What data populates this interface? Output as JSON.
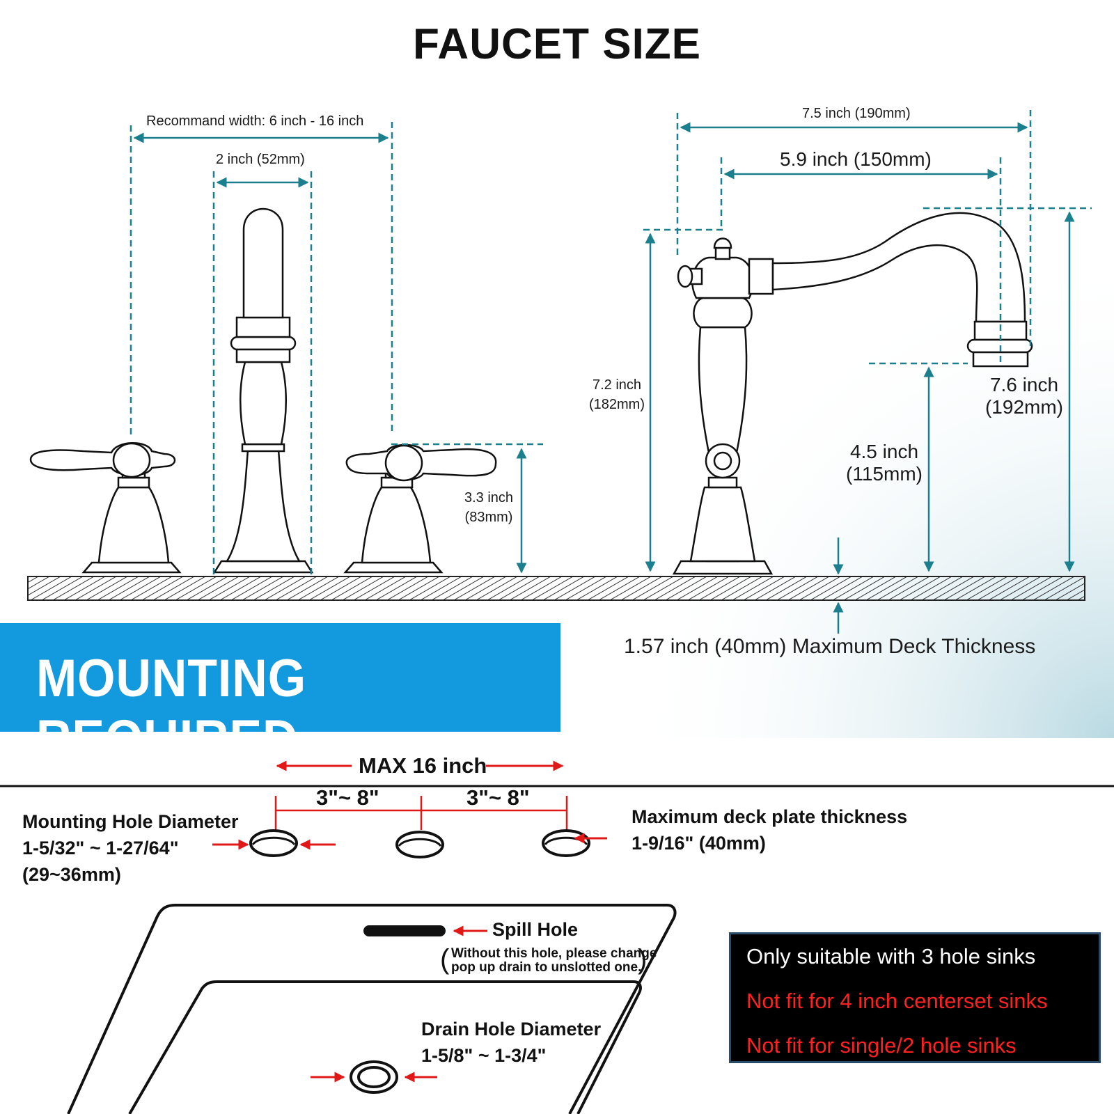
{
  "title": "FAUCET SIZE",
  "dimensions": {
    "recommend_width": "Recommand width: 6 inch - 16 inch",
    "spout_base": "2 inch (52mm)",
    "handle_height_in": "3.3 inch",
    "handle_height_mm": "(83mm)",
    "total_reach": "7.5 inch (190mm)",
    "spout_reach": "5.9 inch (150mm)",
    "body_height_in": "7.2 inch",
    "body_height_mm": "(182mm)",
    "spout_height_in": "7.6 inch",
    "spout_height_mm": "(192mm)",
    "spout_clearance_in": "4.5 inch",
    "spout_clearance_mm": "(115mm)",
    "deck_thickness": "1.57 inch (40mm) Maximum Deck Thickness"
  },
  "banner": {
    "text": "MOUNTING REQUIRED",
    "color": "#1399dd"
  },
  "mounting": {
    "max_spread": "MAX 16 inch",
    "spacing_left": "3\"~ 8\"",
    "spacing_right": "3\"~ 8\"",
    "hole_diameter_label": "Mounting Hole Diameter",
    "hole_diameter_value": "1-5/32\" ~ 1-27/64\"",
    "hole_diameter_mm": "(29~36mm)",
    "deck_plate_label": "Maximum deck plate thickness",
    "deck_plate_value": "1-9/16\" (40mm)",
    "spill_hole_label": "Spill Hole",
    "spill_hole_note_1": "Without this hole, please change",
    "spill_hole_note_2": "pop up drain to unslotted one.",
    "drain_label": "Drain Hole Diameter",
    "drain_value": "1-5/8\" ~ 1-3/4\""
  },
  "notice": {
    "line1": "Only suitable with 3 hole sinks",
    "line2": "Not fit for 4 inch centerset sinks",
    "line3": "Not fit for single/2 hole sinks"
  },
  "colors": {
    "dimension_line": "#1b7f8e",
    "arrow_red": "#e01818",
    "notice_red": "#ff2020"
  }
}
